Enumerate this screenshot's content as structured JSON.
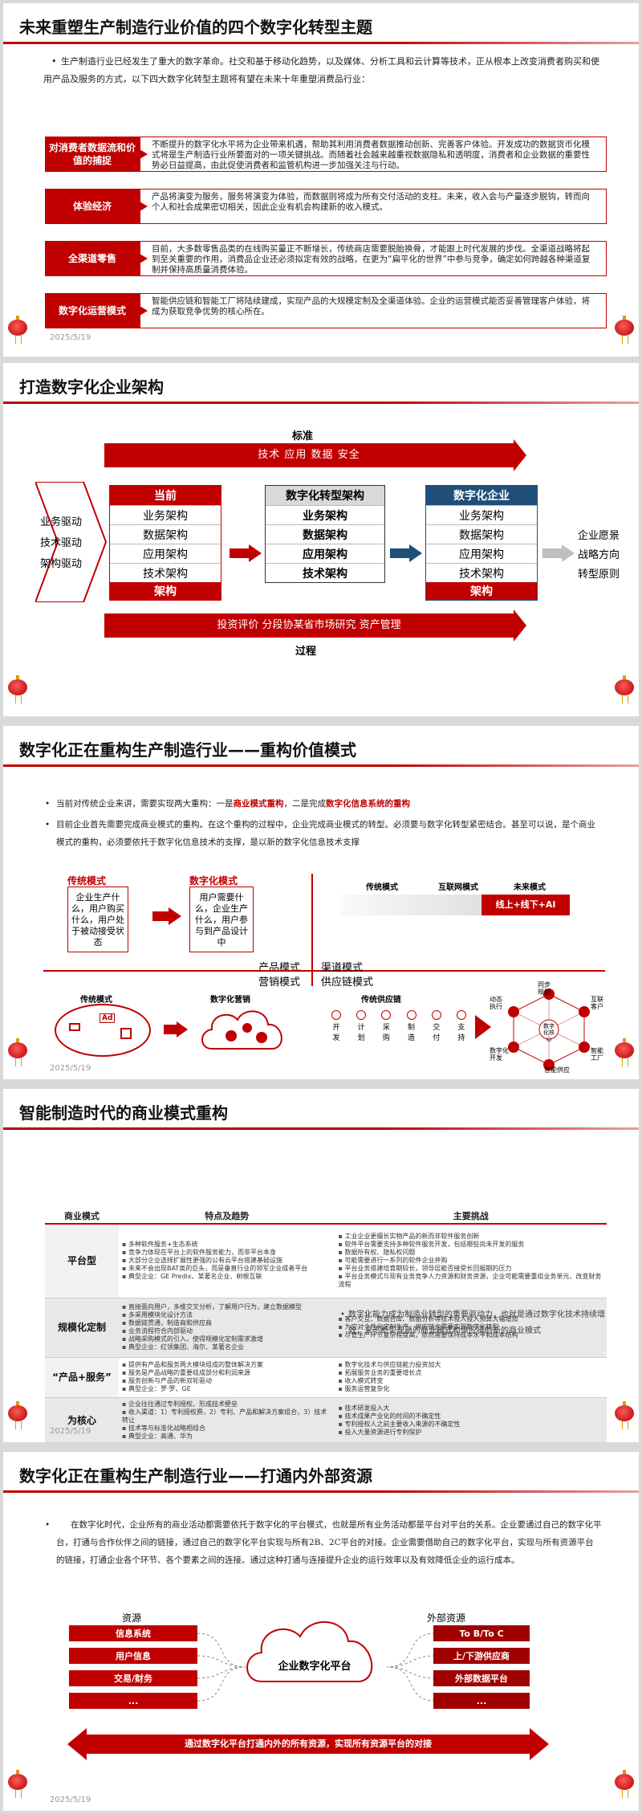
{
  "slide1": {
    "title": "未来重塑生产制造行业价值的四个数字化转型主题",
    "intro": "生产制造行业已经发生了重大的数字革命。社交和基于移动化趋势，以及媒体、分析工具和云计算等技术，正从根本上改变消费者购买和使用产品及服务的方式，以下四大数字化转型主题将有望在未来十年重塑消费品行业：",
    "themes": [
      {
        "label": "对消费者数据流和价值的捕捉",
        "desc": "不断提升的数字化水平将为企业带来机遇，帮助其利用消费者数据推动创新、完善客户体验。开发成功的数据货币化模式将是生产制造行业所要面对的一项关键挑战。而随着社会越来越重视数据隐私和透明度，消费者和企业数据的重要性势必日益提高，由此促使消费者和监管机构进一步加强关注与行动。"
      },
      {
        "label": "体验经济",
        "desc": "产品将演变为服务，服务将演变为体验，而数据则将成为所有交付活动的支柱。未来，收入会与产量逐步脱钩，转而向个人和社会成果密切相关，因此企业有机会构建新的收入模式。"
      },
      {
        "label": "全渠道零售",
        "desc": "目前，大多数零售品类的在线购买量正不断增长，传统商店需要脱胎换骨，才能跟上时代发展的步伐。全渠道战略将起到至关重要的作用，消费品企业还必须拟定有效的战略，在更为“扁平化的世界”中参与竞争，确定如何跨越各种渠道复制并保持高质量消费体验。"
      },
      {
        "label": "数字化运营模式",
        "desc": "智能供应链和智能工厂将陆续建成，实现产品的大规模定制及全渠道体验。企业的运营模式能否妥善管理客户体验，将成为获取竞争优势的核心所在。"
      }
    ],
    "date": "2025/5/19"
  },
  "slide2": {
    "title": "打造数字化企业架构",
    "top_label": "标准",
    "top_text": "技术 应用 数据 安全",
    "bottom_text": "投资评价 分段协某省市场研究 资产管理",
    "bottom_label": "过程",
    "drivers": [
      "业务驱动",
      "技术驱动",
      "架构驱动"
    ],
    "cols": [
      {
        "head": "当前",
        "items": [
          "业务架构",
          "数据架构",
          "应用架构",
          "技术架构"
        ],
        "foot": "架构"
      },
      {
        "head": "数字化转型架构",
        "items": [
          "业务架构",
          "数据架构",
          "应用架构",
          "技术架构"
        ],
        "foot": ""
      },
      {
        "head": "数字化企业",
        "items": [
          "业务架构",
          "数据架构",
          "应用架构",
          "技术架构"
        ],
        "foot": "架构"
      }
    ],
    "outcomes": [
      "企业愿景",
      "战略方向",
      "转型原则"
    ]
  },
  "slide3": {
    "title": "数字化正在重构生产制造行业——重构价值模式",
    "bullet1_a": "当前对传统企业来讲，需要实现两大重构：一是",
    "bullet1_b": "商业模式重构",
    "bullet1_c": "，二是完成",
    "bullet1_d": "数字化信息系统的重构",
    "bullet2": "目前企业首先需要完成商业模式的重构。在这个重构的过程中，企业完成商业模式的转型。必须要与数字化转型紧密结合。甚至可以说，是个商业模式的重构，必须要依托于数字化信息技术的支撑，是以新的数字化信息技术支撑",
    "trad_mode": "传统模式",
    "trad_text": "企业生产什么，用户购买什么，用户处于被动接受状态",
    "digital_mode": "数字化模式",
    "digital_text": "用户需要什么，企业生产什么，用户参与到产品设计中",
    "product_mode": "产品模式",
    "marketing_mode": "营销模式",
    "channel_mode": "渠道模式",
    "supply_mode": "供应链模式",
    "ch_trad": "传统模式",
    "ch_internet": "互联网模式",
    "ch_future": "未来模式",
    "ch_future_value": "线上+线下+AI",
    "mk_trad": "传统模式",
    "mk_digital": "数字化营销",
    "sc_trad": "传统供应链",
    "sc_steps": [
      "开发",
      "计划",
      "采购",
      "制造",
      "交付",
      "支持"
    ],
    "sc_nodes": [
      "同步规划",
      "互联客户",
      "智能工厂",
      "智能供应",
      "数字化开发",
      "动态执行"
    ],
    "sc_center": "数字化核心",
    "date": "2025/5/19"
  },
  "slide4": {
    "title": "智能制造时代的商业模式重构",
    "headers": [
      "商业模式",
      "特点及趋势",
      "主要挑战"
    ],
    "rows": [
      {
        "key": "平台型",
        "features": [
          "多种软件服务+生态系统",
          "竞争力体现在平台上的软件服务能力，而非平台本身",
          "大部分企业选择扩展性更强的公有云平台搭建基础设施",
          "未来不会出现BAT类的巨头，而是垂直行业的领军企业成者平台",
          "典型企业：GE Predix、某著名企业、树根互联"
        ],
        "challenges": [
          "工业企业更擅长实物产品的新而非软件服务创新",
          "软件平台需要支持多种软件服务开发，包括哪些尚未开发的服务",
          "数据所有权、隐私权问题",
          "可能需要进行一系列的软件企业并购",
          "平台业务搭建培育期较长，领导层能否接受长回报期的压力",
          "平台业务模式与现有业务竞争人力资源和财务资源，企业可能需要重组业务单元、改变财务流程"
        ]
      },
      {
        "key": "规模化定制",
        "features": [
          "直接面向用户，多维交叉分析，了解用户行为，建立数据模型",
          "多采用模块化设计方法",
          "数据链贯通，制造商和供应商",
          "业务流程符合内部驱动",
          "战略采购模式的引入，使得规模化定制需求激增",
          "典型企业：红领集团、海尔、某著名企业"
        ],
        "challenges": [
          "客户交互、数据合库、数据分析等技术投入投入预算大幅增加",
          "为应对个性化定制生产，供应链也需要实现数字化转型",
          "尽管生产环节复杂程度高，依然需要保持成本水平和成本结构"
        ]
      },
      {
        "key": "“产品+服务”",
        "features": [
          "提供有产品和服务两大模块组成的整体解决方案",
          "服务是产品战略的重要组成部分和利润来源",
          "服务创新与产品的新双轮驱动",
          "典型企业：罗·罗、GE"
        ],
        "challenges": [
          "数字化技术与供应链能力投资加大",
          "拓展服务业务的重要增长点",
          "收入模式转变",
          "服务运营复杂化"
        ]
      },
      {
        "key": "为核心",
        "features": [
          "企业往往通过专利授权、形成技术壁垒",
          "收入渠道：1）专利授权费，2）专利、产品和解决方案组合，3）技术转让",
          "技术等与标准化战略相组合",
          "典型企业：高通、华为"
        ],
        "challenges": [
          "技术研发投入大",
          "技术成果产业化的时间的不确定性",
          "专利授权人之前主要收入来源的不确定性",
          "投入大量资源进行专利保护"
        ]
      }
    ],
    "overlay_text": "数字化能力成为制造业转型的重要驱动力，也就是通过数字化技术持续增效，来不断实现新的商业模式和供应链的新的商业模式",
    "date": "2025/5/19"
  },
  "slide5": {
    "title": "数字化正在重构生产制造行业——打通内外部资源",
    "body": "在数字化时代，企业所有的商业活动都需要依托于数字化的平台模式，也就是所有业务活动都是平台对平台的关系。企业要通过自己的数字化平台，打通与合作伙伴之间的链接，通过自己的数字化平台实现与所有2B、2C平台的对接。企业需要借助自己的数字化平台，实现与所有资源平台的链接，打通企业各个环节、各个要素之间的连接。通过这种打通与连接提升企业的运行效率以及有效降低企业的运行成本。",
    "internal_label": "资源",
    "internal": [
      "信息系统",
      "用户信息",
      "交易/财务",
      "..."
    ],
    "platform": "企业数字化平台",
    "external_label": "外部资源",
    "external": [
      "To B/To C",
      "上/下游供应商",
      "外部数据平台",
      "..."
    ],
    "banner": "通过数字化平台打通内外的所有资源，实现所有资源平台的对接",
    "date": "2025/5/19"
  },
  "colors": {
    "accent": "#c00000",
    "blue": "#1f4e79",
    "gray_head": "#d9d9d9"
  }
}
